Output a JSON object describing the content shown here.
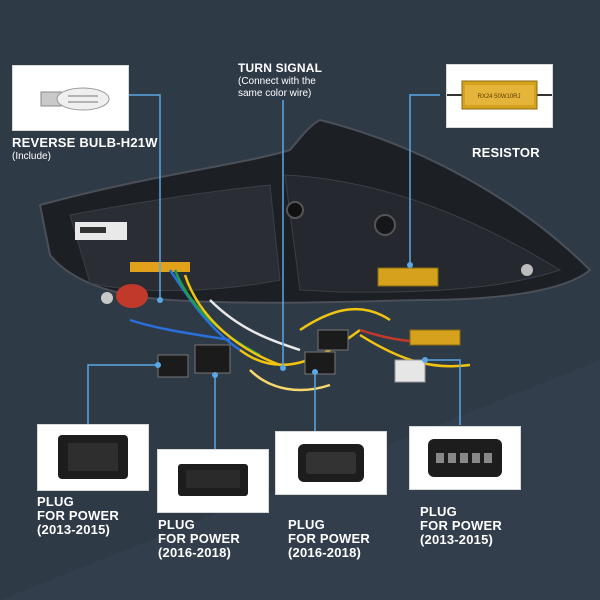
{
  "labels": {
    "reverse_title": "REVERSE BULB-H21W",
    "reverse_sub": "(Include)",
    "turn_title": "TURN SIGNAL",
    "turn_sub_1": "(Connect with the",
    "turn_sub_2": "same color wire)",
    "resistor": "RESISTOR",
    "resistor_text": "RX24 50W10RJ",
    "plug1_line1": "PLUG",
    "plug1_line2": "FOR POWER",
    "plug1_line3": "(2013-2015)",
    "plug2_line1": "PLUG",
    "plug2_line2": "FOR POWER",
    "plug2_line3": "(2016-2018)",
    "plug3_line1": "PLUG",
    "plug3_line2": "FOR POWER",
    "plug3_line3": "(2016-2018)",
    "plug4_line1": "PLUG",
    "plug4_line2": "FOR POWER",
    "plug4_line3": "(2013-2015)"
  },
  "colors": {
    "background": "#2c3744",
    "callout_line": "#5aa7e6",
    "resistor_gold": "#d6a21d"
  }
}
